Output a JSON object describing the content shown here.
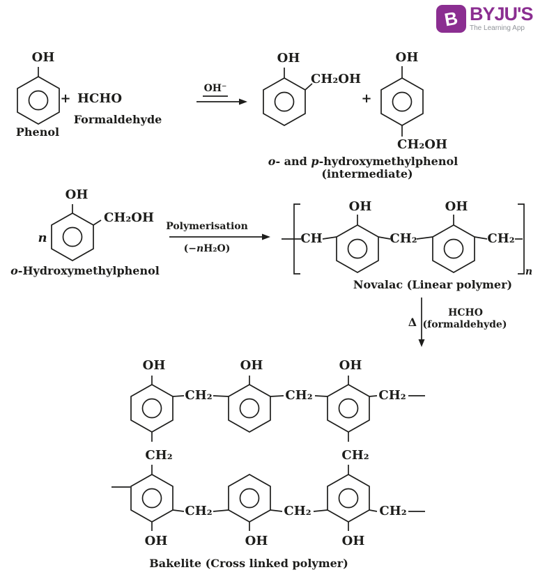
{
  "colors": {
    "ink": "#1d1d1b",
    "purple": "#8b2e91",
    "gray": "#8f9398"
  },
  "logo": {
    "letter": "B",
    "brand": "BYJU'S",
    "tagline": "The Learning App"
  },
  "step1": {
    "phenol_oh": "OH",
    "phenol_label": "Phenol",
    "plus1": "+",
    "hcho": "HCHO",
    "formaldehyde": "Formaldehyde",
    "arrow_reagent": "OH⁻",
    "ortho_oh": "OH",
    "ortho_ch2oh": "CH₂OH",
    "plus2": "+",
    "para_oh": "OH",
    "para_ch2oh": "CH₂OH",
    "product_label": {
      "o": "o",
      "mid": "- and ",
      "p": "p",
      "rest": "-hydroxymethylphenol"
    },
    "product_sublabel": "(intermediate)"
  },
  "step2": {
    "coefficient": "n",
    "monomer_oh": "OH",
    "monomer_ch2oh": "CH₂OH",
    "monomer_label": {
      "o": "o",
      "rest": "-Hydroxymethylphenol"
    },
    "arrow_top": "Polymerisation",
    "arrow_bottom": {
      "pre": "(−",
      "n": "n",
      "post": "H₂O)"
    },
    "novalac": {
      "ch": "CH",
      "oh_left": "OH",
      "ch2_mid": "CH₂",
      "oh_right": "OH",
      "ch2_end": "CH₂",
      "repeat_n": "n",
      "label": "Novalac (Linear polymer)"
    }
  },
  "step3": {
    "delta": "Δ",
    "reagent": "HCHO",
    "reagent_sub": "(formaldehyde)"
  },
  "bakelite": {
    "top_oh": [
      "OH",
      "OH",
      "OH"
    ],
    "top_links": [
      "CH₂",
      "CH₂",
      "CH₂"
    ],
    "pendants": [
      "CH₂",
      "CH₂"
    ],
    "bottom_links": [
      "CH₂",
      "CH₂",
      "CH₂"
    ],
    "bottom_oh": [
      "OH",
      "OH",
      "OH"
    ],
    "label": "Bakelite (Cross linked polymer)"
  }
}
